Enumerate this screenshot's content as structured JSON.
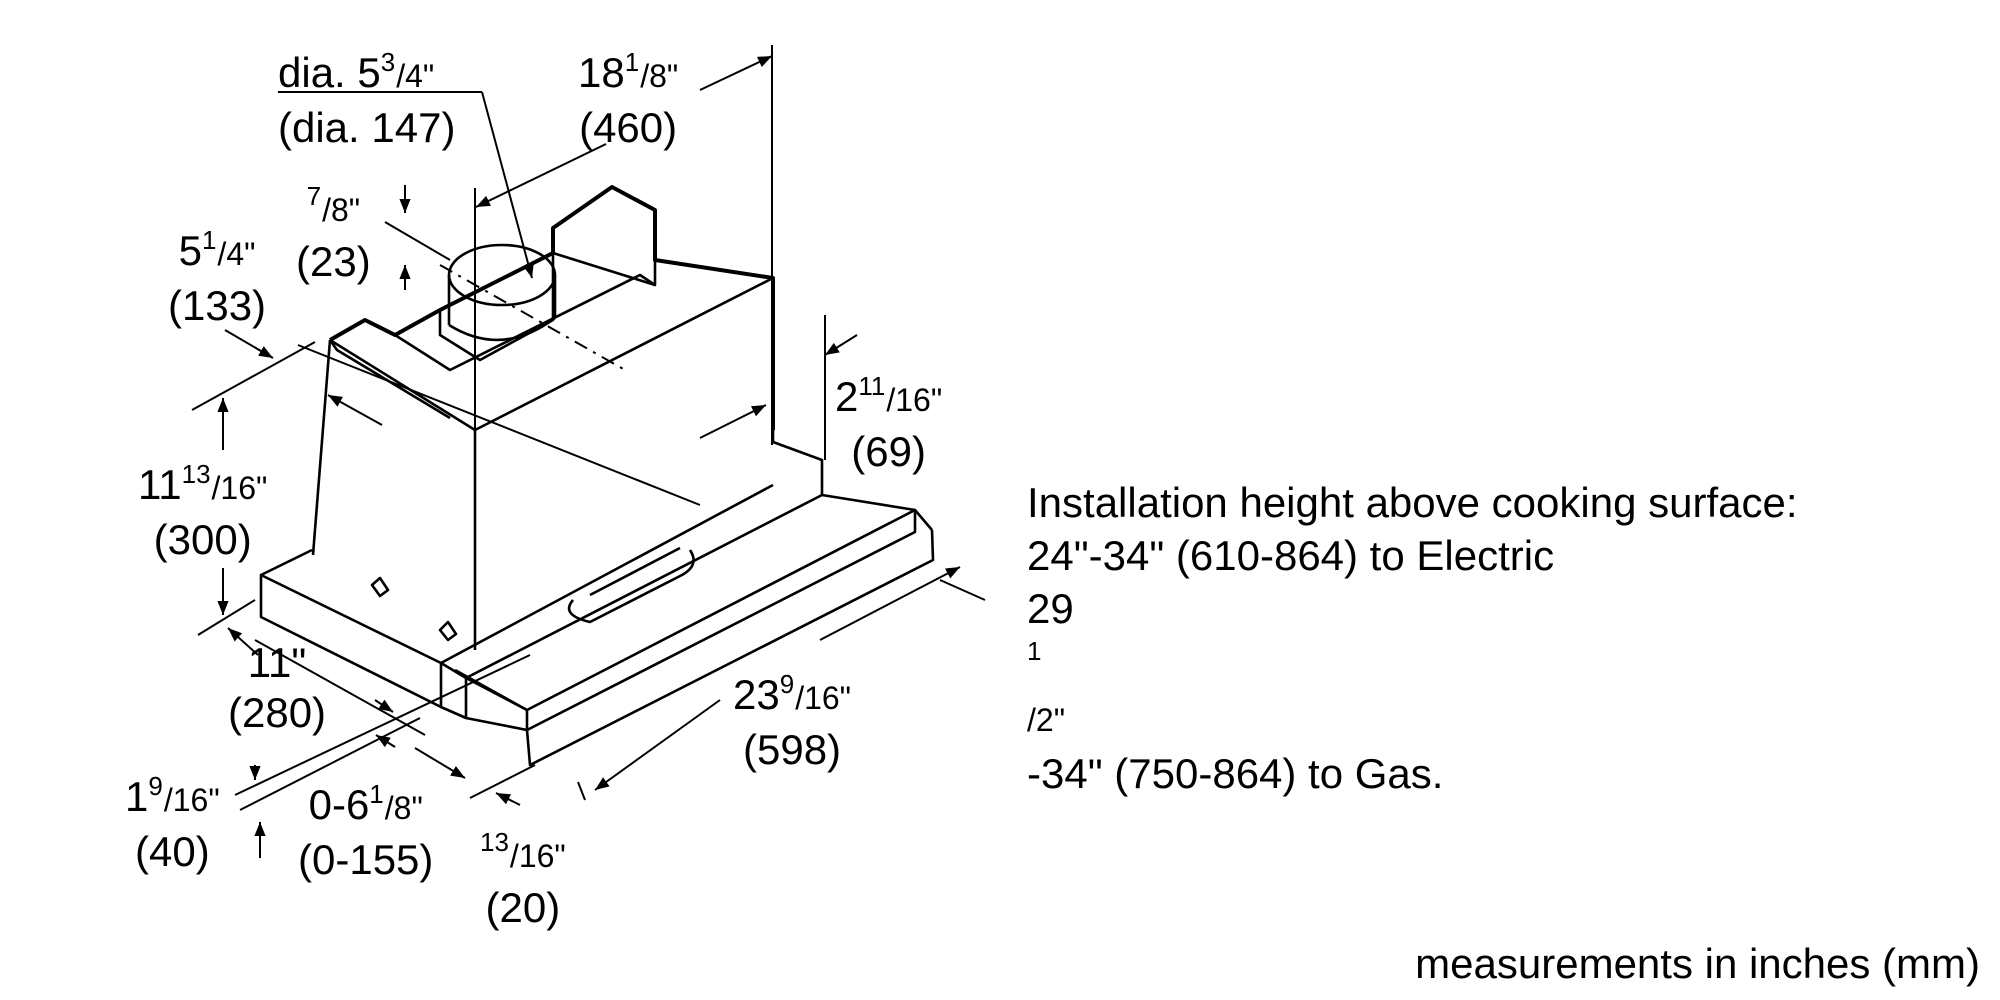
{
  "dimensions": {
    "duct_diameter": {
      "prefix": "dia. 5",
      "sup": "3",
      "den": "/4\"",
      "mm": "(dia. 147)"
    },
    "depth_top": {
      "main": "18",
      "sup": "1",
      "den": "/8\"",
      "mm": "(460)"
    },
    "duct_offset": {
      "sup": "7",
      "den": "/8\"",
      "mm": "(23)"
    },
    "duct_side": {
      "main": "5",
      "sup": "1",
      "den": "/4\"",
      "mm": "(133)"
    },
    "rear_step": {
      "main": "2",
      "sup": "11",
      "den": "/16\"",
      "mm": "(69)"
    },
    "height": {
      "main": "11",
      "sup": "13",
      "den": "/16\"",
      "mm": "(300)"
    },
    "width_side": {
      "main": "11\"",
      "mm": "(280)"
    },
    "bottom_height": {
      "main": "1",
      "sup": "9",
      "den": "/16\"",
      "mm": "(40)"
    },
    "extension": {
      "main": "0-6",
      "sup": "1",
      "den": "/8\"",
      "mm": "(0-155)"
    },
    "front_lip": {
      "sup": "13",
      "den": "/16\"",
      "mm": "(20)"
    },
    "width": {
      "main": "23",
      "sup": "9",
      "den": "/16\"",
      "mm": "(598)"
    }
  },
  "installation_note": {
    "line1": "Installation height above cooking surface:",
    "line2": "24\"-34\" (610-864) to Electric",
    "line3_main": "29",
    "line3_sup": "1",
    "line3_den": "/2\"",
    "line3_rest": "-34\" (750-864) to Gas."
  },
  "footer": "measurements in inches (mm)"
}
